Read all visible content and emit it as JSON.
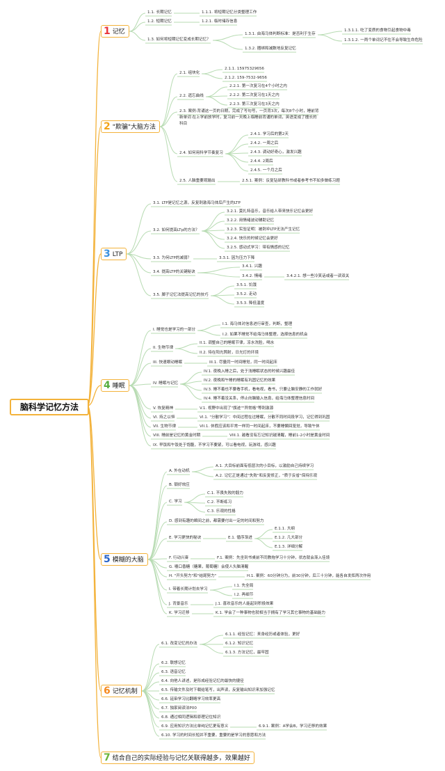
{
  "root": "脑科学记忆方法",
  "colors": {
    "accent": "#f3b23a",
    "wire": "#b7dbb2",
    "n1": "#e8343a",
    "n2": "#f3a316",
    "n3": "#3a91e0",
    "n4": "#55ad3e",
    "n5": "#2a65c8",
    "n6": "#f58a1f",
    "n7": "#6bb43a"
  },
  "branches": [
    {
      "num": "1",
      "label": "记忆"
    },
    {
      "num": "2",
      "label": "\"欺骗\"大脑方法"
    },
    {
      "num": "3",
      "label": "LTP"
    },
    {
      "num": "4",
      "label": "睡眠"
    },
    {
      "num": "5",
      "label": "模糊的大脑"
    },
    {
      "num": "6",
      "label": "记忆机制"
    },
    {
      "num": "7",
      "label": "结合自己的实际经验与记忆关联得越多，效果越好"
    }
  ],
  "b1": [
    "1.1. 长期记忆",
    "1.1.1. 将短期记忆分类整理工作",
    "1.2. 短期记忆",
    "1.2.1. 临时储存信息",
    "1.3. 如何将短期记忆变成长期记忆？",
    "1.3.1. 由海马体判断标准：是否利于生存",
    "1.3.1.1. 吃了变质的食物引起食物中毒",
    "1.3.1.2. 一两个单词记不住不会导致生命危险",
    "1.3.2. 捆绑和减数地反复记忆"
  ],
  "b2": [
    "2.1. 组块化",
    "2.1.1. 15975329656",
    "2.1.2. 159-7532-9656",
    "2.2. 遗忘曲线",
    "2.2.1. 第一次复习在4个小时之内",
    "2.2.2. 第二次复习在1天之内",
    "2.2.3. 第三次复习在3天之内",
    "2.3. 案例:背诵这一页的日期，完成了写句号，一页背3次，每次8个小时，睡前背",
    "新单词 在上学前放学时，复习前一天晚上临睡前背诵的单词，英语变成了擅长的",
    "科目",
    "2.4. 如何用科学节奏复习",
    "2.4.1. 学习后的第2天",
    "2.4.2. 一周之后",
    "2.4.3. 调动好奇心，激发兴趣",
    "2.4.4. 2周后",
    "2.4.5. 一个月之后",
    "2.5. 人脑重要观输出",
    "2.5.1. 案例：反复钻研教科书或者参考书不如多做练习题"
  ],
  "b3": [
    "3.1. LTP是记忆之源，反复刺激海马体后产生的LTP",
    "3.2. 如何提高LTp的方法？",
    "3.2.1. 莫扎特音乐，音乐给人带来快乐记忆会更好",
    "3.2.2. 用情绪波动辅助记忆",
    "3.2.3. 实验证明：被刺伞LTP无法产生记忆",
    "3.2.4. 快乐的时候记忆会更好",
    "3.2.5. 感动式学习：带有情感的记忆",
    "3.3. 为何LTP的减弱？",
    "3.3.1. 因为压力下降",
    "3.4. 提高LTP的关键秘诀",
    "3.4.1. 兴趣",
    "3.4.2. 情绪",
    "3.4.2.1. 想一些冷笑话或者一读双关",
    "3.5. 脚子记忆法提高记忆的技巧",
    "3.5.1. 饥饿",
    "3.5.2. 走动",
    "3.5.3. 降低温度"
  ],
  "b4": [
    "I. 睡觉也是学习的一部分",
    "I.1. 海马体对信息进行审查，判断，整理",
    "I.2. 如果不睡觉不给海马体整理，选择信息的机会",
    "II. 生物节律",
    "II.1. 调整自己的睡眠节律，凉水洗脸，喝水",
    "II.2. 待在阳光照射，日光灯的环境",
    "III. 快速眼动睡眠",
    "III.1. 尽量同一时间睡觉，同一时间起床",
    "IV. 睡眠与记忆",
    "IV.1. 夜晚入睡之后，处于浅睡眠状态的时候兴趣最佳",
    "IV.2. 夜晚和午睡的睡眠有巩固记忆的效果",
    "IV.3. 睡不着也不要看手机，看电视，看书，只要让脑安静的工作就好",
    "IV.4. 睡不着没关系，停止向脑输入信息，给海马体整理信息时间",
    "V. 恢复精神",
    "V.1. 视野中出现了\"旗迹\"\"异常格\"等刺激源",
    "VI. 持之以恒",
    "VI.1. \"分散学习\"：中间过程在过睡眠，分散不同时间段学习，记忆得到巩固",
    "VII. 生物节律",
    "VII.1. 休假应该和平常一样同一时间起床，不要睡懒回笼觉，导致午休",
    "VIII. 睡前是记忆的黄金时期",
    "VIII.1. 越看没有忘记知识越清醒，睡前1-2小时是黄金时间",
    "IX. 早饭和午饭处于饱腹，不学习不要紧，可以看电视，玩游戏，感兴趣"
  ],
  "b5": [
    "A. 外在动机",
    "A.1. 大目标前面有低层次的小目标，以激励自己持续学习",
    "A.2. 记忆正是通过\"失败\"和反复修正，\"质于反省\"保持乐观",
    "B. 锻好效应",
    "C. 学习",
    "C.1. 不畏失败的毅力",
    "C.2. 不断练习",
    "C.3. 乐观的性格",
    "D. 感到有趣的瞬间之前，都需要付出一定的时间和努力",
    "E. 学习更快的秘诀",
    "E.1. 循序渐进",
    "E.1.1. 大纲",
    "E.1.2. 几大部分",
    "E.1.3. 详细分解",
    "F. 行动兴奋",
    "F.1. 案例：先坐到书桌前不同教拖学习十分钟，状态就会渐入佳境",
    "G. 嚼口香糖（糖果，葡萄糖）会使人头脑清醒",
    "H. \"开头努力\"和\"结尾努力\"",
    "H.1. 案例：60分钟分为，前30分钟，后三十分钟，能各自发挥两次作用",
    "I. 带着长期计划去学习",
    "I.1. 先全局",
    "I.2. 再细节",
    "J. 背景音乐",
    "J.1. 喜欢音乐的人能起到积极效果",
    "K. 学习迁移",
    "K.1. 学会了一种事物也就相当于拥有了学习其它事物的基础能力"
  ],
  "b6": [
    "6.1. 改变记忆的办法",
    "6.1.1. 经验记忆：来身经历或者体验，更好",
    "6.1.2. 知识记忆",
    "6.1.3. 方法记忆，最牢固",
    "6.2. 联想记忆",
    "6.3. 语音记忆",
    "6.4. 向他人讲述，是形成经验记忆的最快的捷径",
    "6.5. 传输文件及时下载给笔写，出声读，反复输出知识来加强记忆",
    "6.6. 延染学习比翻略学习效率更高",
    "6.7. 独家阅读法P00",
    "6.8. 通过相同逻辑和原理记住知识",
    "6.9. 应用知识方法比单纯记忆更有意义",
    "6.9.1. 案例：A学会B，学习迁移的效果",
    "6.10. 学习的时间长短并不重要，重要的是学习的意愿和方法"
  ]
}
